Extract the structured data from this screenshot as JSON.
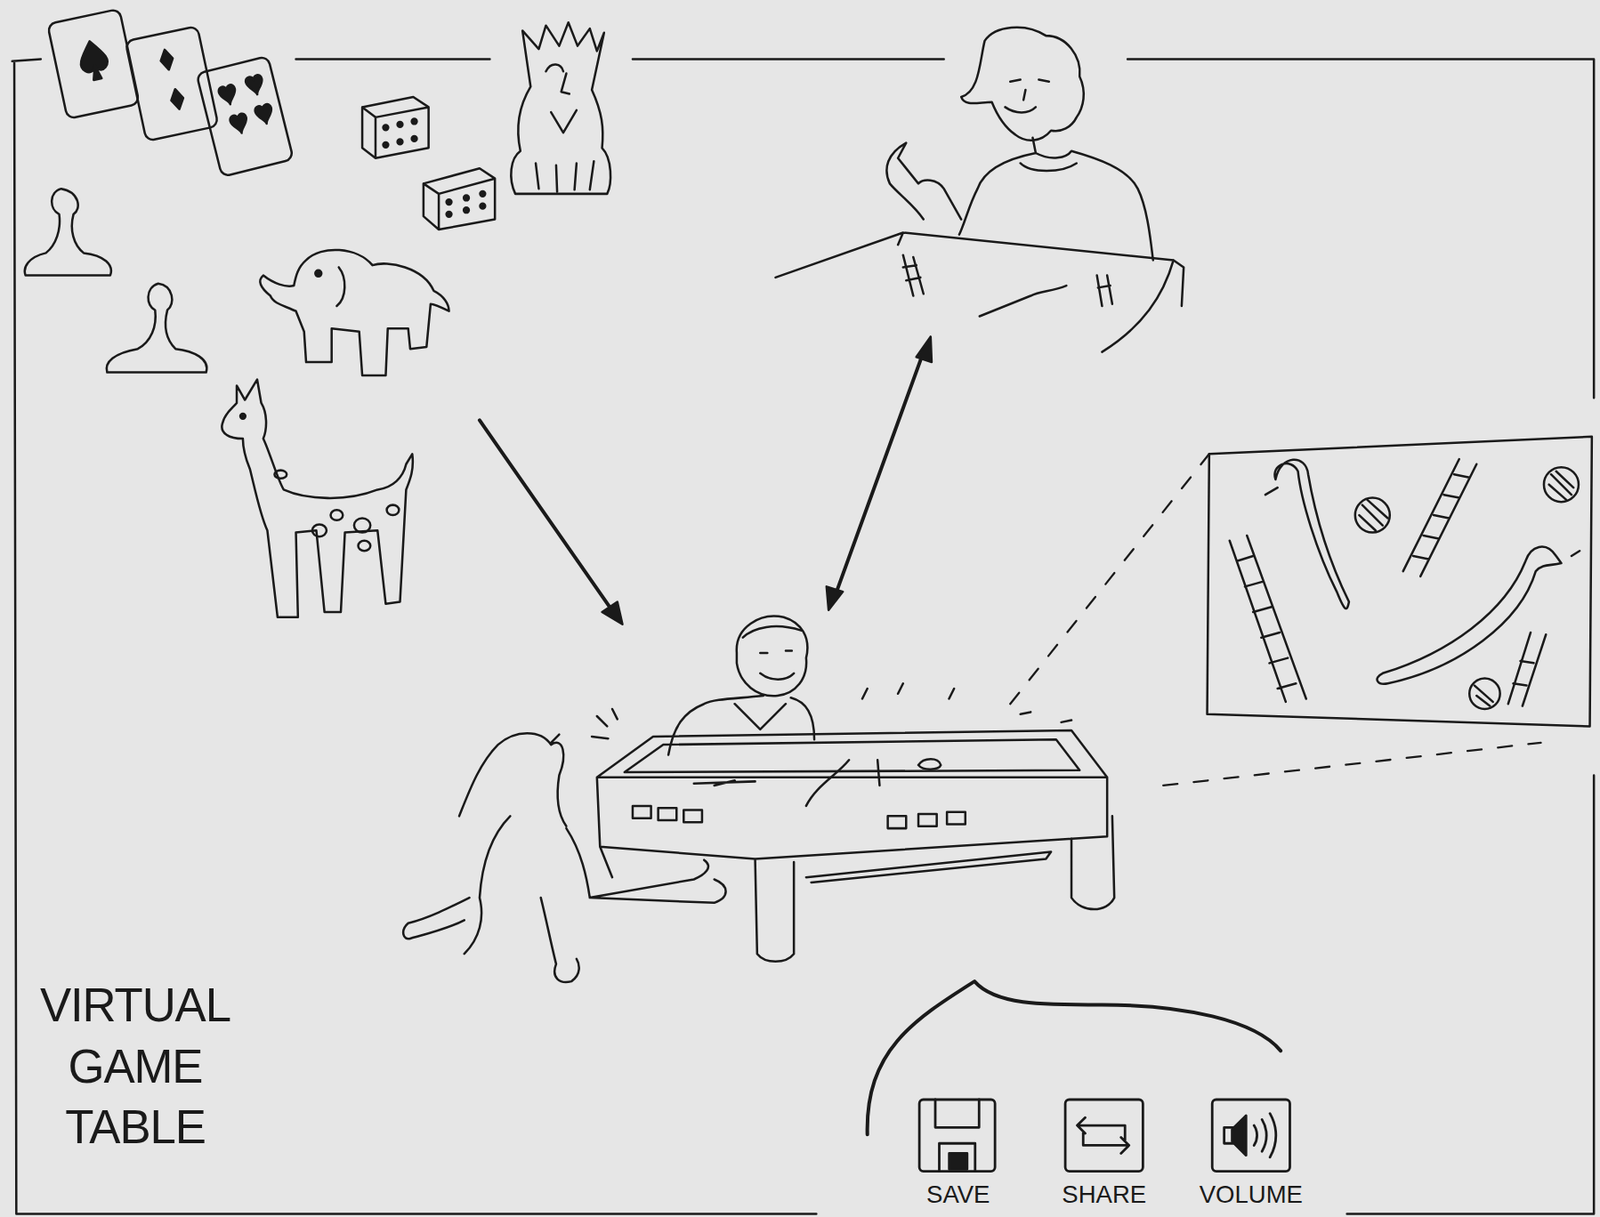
{
  "diagram": {
    "title": "VIRTUAL GAME TABLE",
    "nodes": [
      {
        "text": [
          "SAVE"
        ]
      },
      {
        "text": [
          "SHARE"
        ]
      },
      {
        "text": [
          "VOLUME"
        ]
      }
    ]
  }
}
